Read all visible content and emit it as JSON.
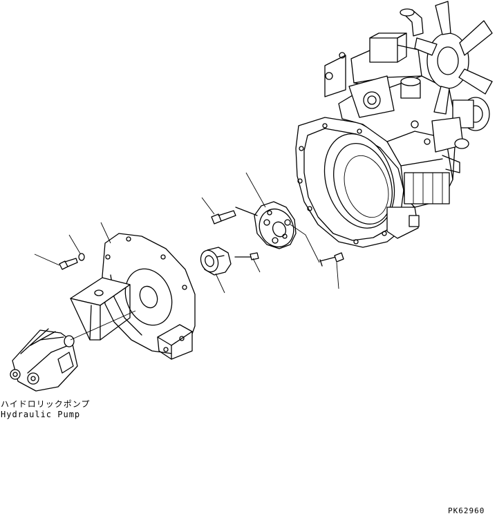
{
  "labels": {
    "pump_jp": "ハイドロリックポンプ",
    "pump_en": "Hydraulic Pump",
    "drawing_code": "PK62960"
  }
}
